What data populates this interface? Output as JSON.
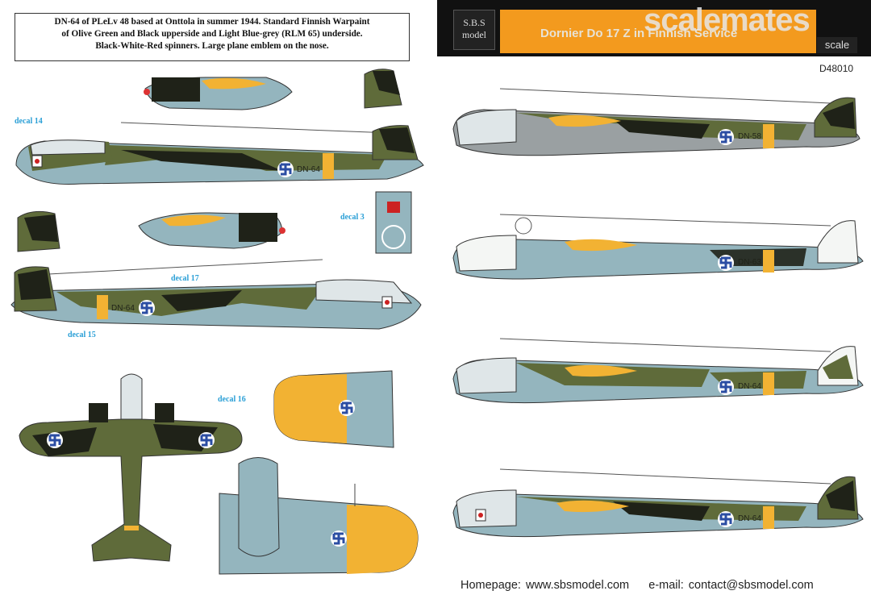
{
  "description": {
    "line1": "DN-64 of PLeLv 48 based at Onttola in summer 1944.  Standard Finnish Warpaint",
    "line2": "of Olive Green and Black upperside and Light Blue-grey (RLM 65) underside.",
    "line3": "Black-White-Red spinners. Large plane emblem on the nose."
  },
  "header": {
    "brand_line1": "S.B.S",
    "brand_line2": "model",
    "product_title": "Dornier Do 17 Z in Finnish Service",
    "watermark_scale": "scale",
    "watermark_mates": "mates",
    "scale_tag": "scale",
    "product_code": "D48010"
  },
  "decals": {
    "d14": "decal 14",
    "d3": "decal 3",
    "d17": "decal 17",
    "d15": "decal 15",
    "d16": "decal 16"
  },
  "aircraft_codes": {
    "side_left_top": "DN-64",
    "side_left_bottom": "DN-64",
    "right_1": "DN-58",
    "right_2": "DN-63",
    "right_3": "DN-64",
    "right_4": "DN-64"
  },
  "footer": {
    "homepage": "Homepage: www.sbsmodel.com",
    "email": "e-mail: contact@sbsmodel.com"
  },
  "colors": {
    "olive": "#5f6b3a",
    "black": "#1f2218",
    "light_blue_grey": "#94b5be",
    "yellow": "#f2b233",
    "roundel_blue": "#2b4da3",
    "grey": "#9aa0a2",
    "white": "#f4f6f4",
    "decal_label": "#2a9fd6"
  }
}
